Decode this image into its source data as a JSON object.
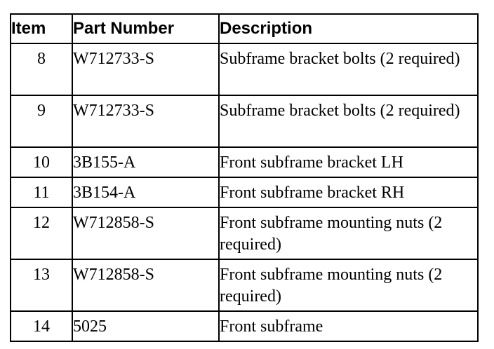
{
  "table": {
    "headers": {
      "item": "Item",
      "part_number": "Part Number",
      "description": "Description"
    },
    "rows": [
      {
        "item": "8",
        "part_number": "W712733-S",
        "description": "Subframe bracket bolts (2 required)"
      },
      {
        "item": "9",
        "part_number": "W712733-S",
        "description": "Subframe bracket bolts (2 required)"
      },
      {
        "item": "10",
        "part_number": "3B155-A",
        "description": "Front subframe bracket LH"
      },
      {
        "item": "11",
        "part_number": "3B154-A",
        "description": "Front subframe bracket RH"
      },
      {
        "item": "12",
        "part_number": "W712858-S",
        "description": "Front subframe mounting nuts (2 required)"
      },
      {
        "item": "13",
        "part_number": "W712858-S",
        "description": "Front subframe mounting nuts (2 required)"
      },
      {
        "item": "14",
        "part_number": "5025",
        "description": "Front subframe"
      }
    ]
  }
}
